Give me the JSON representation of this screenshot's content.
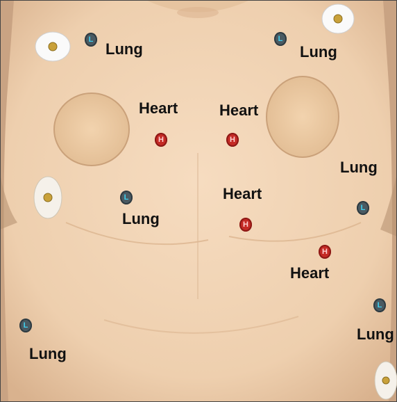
{
  "labels": {
    "lung": "Lung",
    "heart": "Heart"
  },
  "sensor_marks": {
    "lung": "L",
    "heart": "H"
  },
  "colors": {
    "skin": "#f1d5b8",
    "lung_sensor": "#3fd0f0",
    "heart_sensor": "#c42a25"
  }
}
